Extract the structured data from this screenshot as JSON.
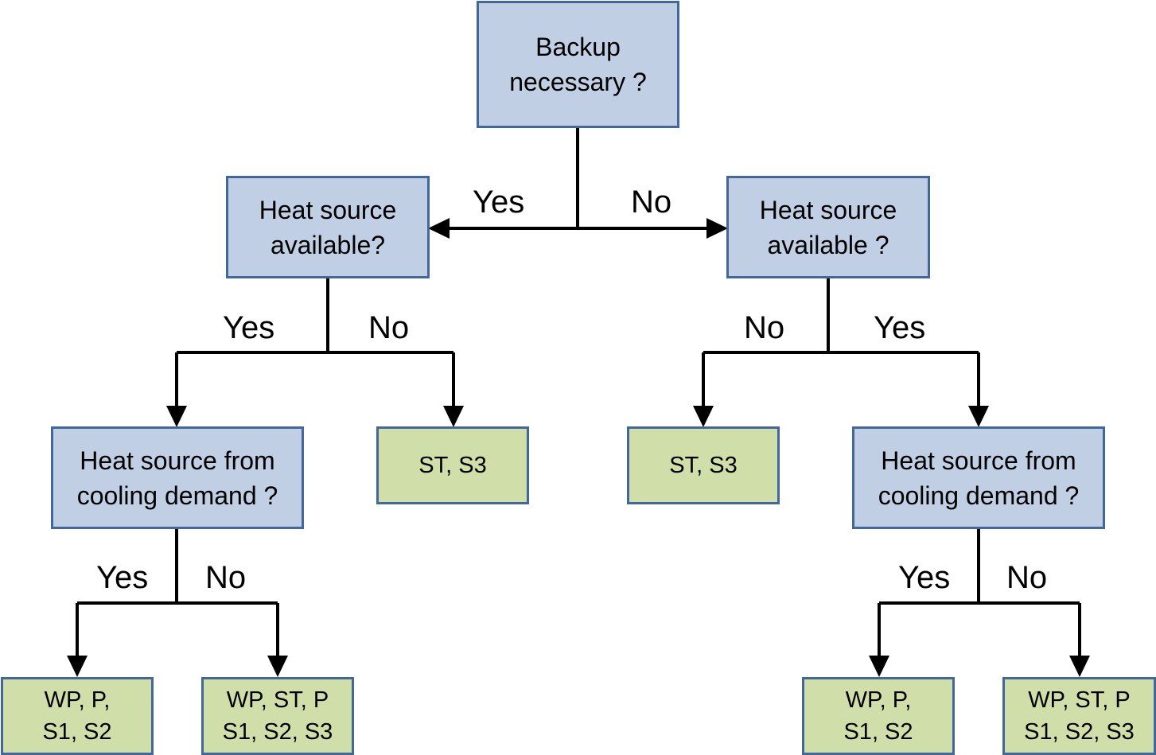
{
  "colors": {
    "decision_fill": "#c0cfe3",
    "result_fill": "#d0dfaa",
    "node_border": "#41679b",
    "connector": "#000000"
  },
  "nodes": {
    "root": "Backup\nnecessary ?",
    "left_heat": "Heat source\navailable?",
    "right_heat": "Heat source\navailable ?",
    "left_cooling": "Heat source from\ncooling demand ?",
    "right_cooling": "Heat source from\ncooling demand ?",
    "left_st_s3": "ST, S3",
    "right_st_s3": "ST, S3",
    "ll_result": "WP, P,\nS1, S2",
    "lr_result": "WP, ST, P\nS1, S2, S3",
    "rl_result": "WP, P,\nS1, S2",
    "rr_result": "WP, ST, P\nS1, S2, S3"
  },
  "edge_labels": {
    "root_yes": "Yes",
    "root_no": "No",
    "left_heat_yes": "Yes",
    "left_heat_no": "No",
    "right_heat_no": "No",
    "right_heat_yes": "Yes",
    "left_cooling_yes": "Yes",
    "left_cooling_no": "No",
    "right_cooling_yes": "Yes",
    "right_cooling_no": "No"
  }
}
